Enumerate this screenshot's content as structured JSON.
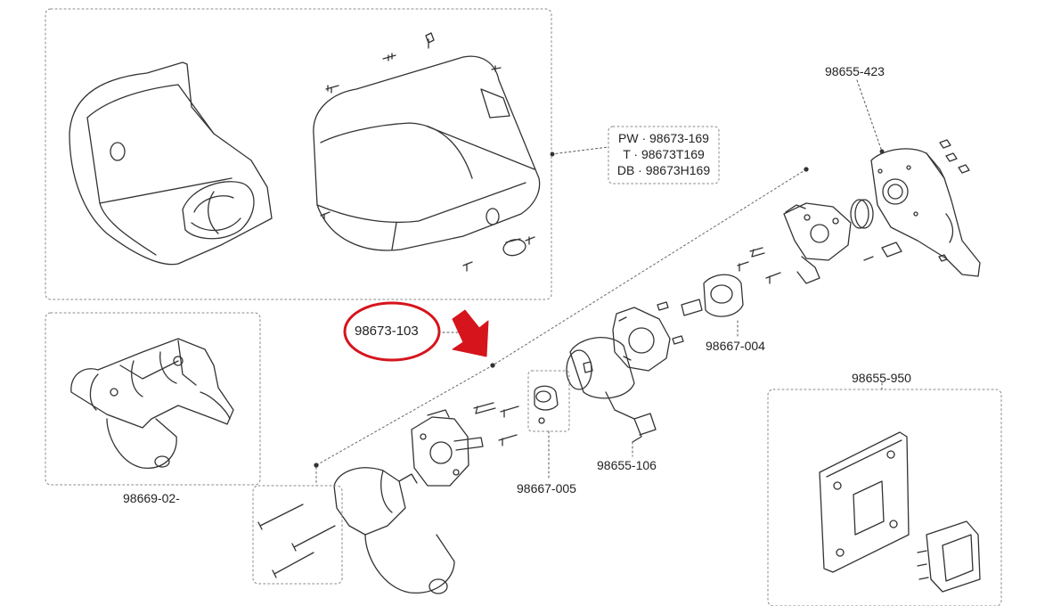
{
  "colors": {
    "line": "#333333",
    "dash": "#888888",
    "highlight": "#d6141c",
    "background": "#ffffff"
  },
  "labels": {
    "cover_pw": "PW · 98673-169",
    "cover_t": "T · 98673T169",
    "cover_db": "DB · 98673H169",
    "housing_top": "98655-423",
    "mount": "98667-004",
    "assembly": "98669-02-",
    "highlighted": "98673-103",
    "spacer": "98667-005",
    "coupler": "98655-106",
    "switch": "98655-950"
  }
}
